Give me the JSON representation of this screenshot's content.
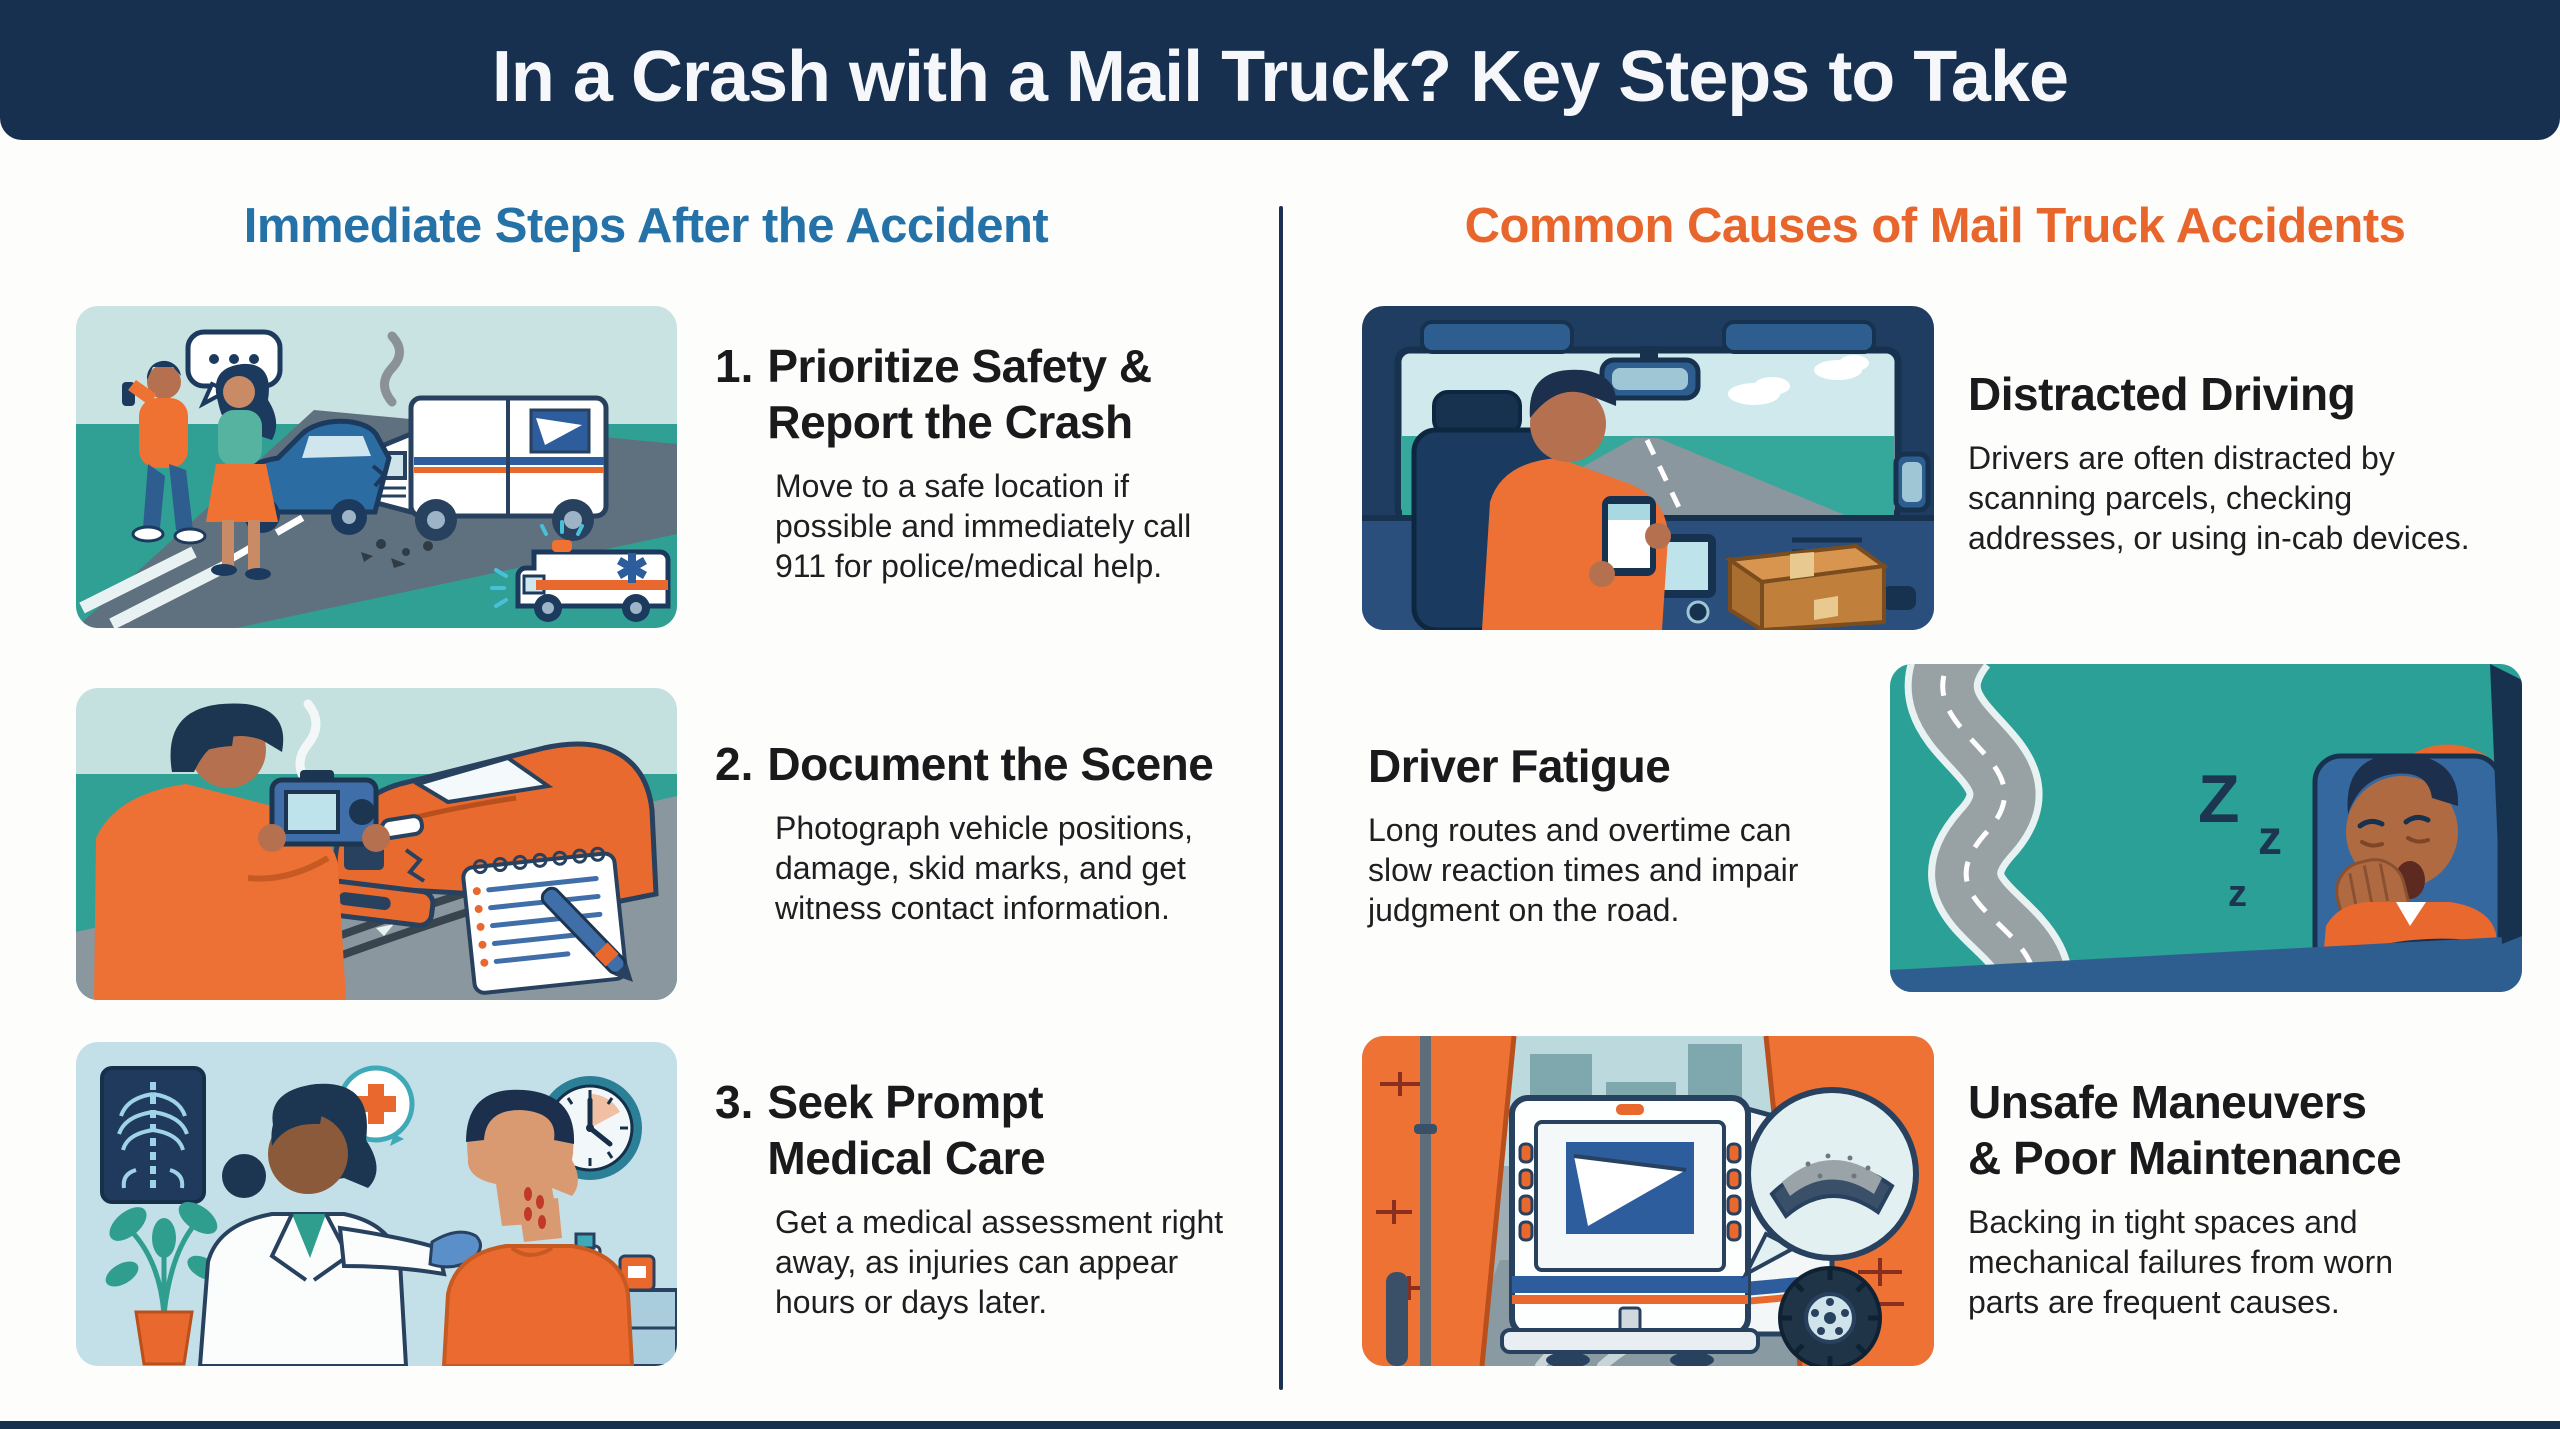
{
  "header": {
    "title": "In a Crash with a Mail Truck? Key Steps to Take"
  },
  "columns": {
    "left": {
      "heading": "Immediate Steps After the Accident",
      "steps": [
        {
          "number": "1.",
          "title": "Prioritize Safety &\nReport the Crash",
          "body": "Move to a safe location if\npossible and immediately call\n911 for police/medical help."
        },
        {
          "number": "2.",
          "title": "Document the Scene",
          "body": "Photograph vehicle positions,\ndamage, skid marks, and get\nwitness contact information."
        },
        {
          "number": "3.",
          "title": "Seek Prompt\nMedical Care",
          "body": "Get a medical assessment right\naway, as injuries can appear\nhours or days later."
        }
      ]
    },
    "right": {
      "heading": "Common Causes of Mail Truck Accidents",
      "causes": [
        {
          "title": "Distracted Driving",
          "body": "Drivers are often distracted by\nscanning parcels, checking\naddresses, or using in-cab devices."
        },
        {
          "title": "Driver Fatigue",
          "body": "Long routes and overtime can\nslow reaction times and impair\njudgment on the road."
        },
        {
          "title": "Unsafe Maneuvers\n& Poor Maintenance",
          "body": "Backing in tight spaces and\nmechanical failures from worn\nparts are frequent causes."
        }
      ]
    }
  },
  "illustrations": {
    "fatigue": {
      "zzz": [
        "Z",
        "z",
        "z"
      ]
    }
  },
  "colors": {
    "header_bg": "#18304f",
    "left_heading": "#2472a8",
    "right_heading": "#e8662c",
    "teal": "#2fa197",
    "orange": "#ed7134",
    "navy": "#1c3054",
    "road_gray": "#8b979e"
  }
}
